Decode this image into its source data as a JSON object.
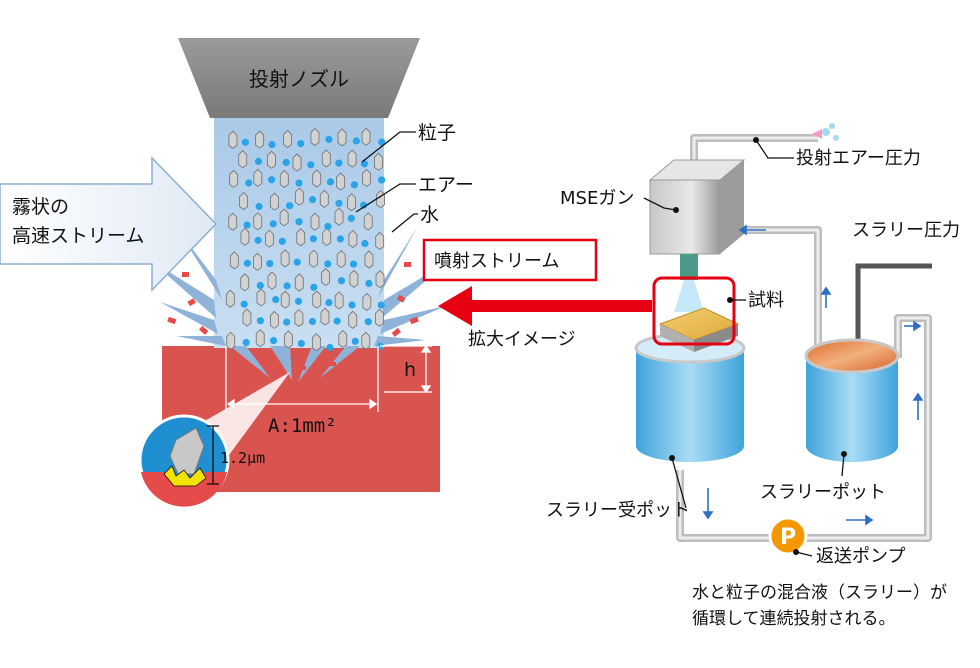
{
  "labels": {
    "nozzle": "投射ノズル",
    "particle": "粒子",
    "air": "エアー",
    "water": "水",
    "mist_line1": "霧状の",
    "mist_line2": "高速ストリーム",
    "spray_stream": "噴射ストリーム",
    "magnified": "拡大イメージ",
    "depth": "h",
    "area": "A:1mm²",
    "scale": "1.2μm",
    "air_pressure": "投射エアー圧力",
    "mse_gun": "MSEガン",
    "sample": "試料",
    "slurry_pressure": "スラリー圧力",
    "receiving_pot": "スラリー受ポット",
    "slurry_pot": "スラリーポット",
    "pump_symbol": "P",
    "return_pump": "返送ポンプ",
    "note_line1": "水と粒子の混合液（スラリー）が",
    "note_line2": "循環して連続投射される。"
  },
  "colors": {
    "nozzle": "#8c8c8c",
    "material": "#d9534f",
    "highlight": "#e60012",
    "water": "#7cc3ea",
    "slurry": "#e8874a",
    "pump": "#f39800",
    "flow_arrow": "#2e6fc4"
  }
}
